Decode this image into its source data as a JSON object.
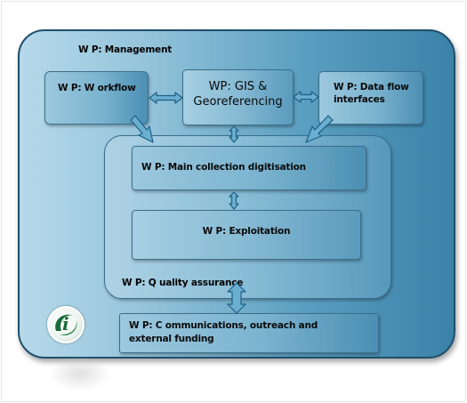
{
  "management": {
    "label": "W P: Management"
  },
  "workflow": {
    "label": "W P: W orkflow"
  },
  "gis": {
    "line1": "WP: GIS &",
    "line2": "Georeferencing"
  },
  "dataflow": {
    "line1": "W P: Data flow",
    "line2": "interfaces"
  },
  "digitisation": {
    "label": "W P: Main collection digitisation"
  },
  "exploitation": {
    "label": "W P: Exploitation"
  },
  "quality": {
    "label": "W P: Q uality assurance"
  },
  "communications": {
    "line1": "W P: C ommunications, outreach and",
    "line2": "external funding"
  },
  "logo": {
    "letter": "i"
  },
  "colors": {
    "arrow_fill": "#6aaed0",
    "arrow_stroke": "#1f5f86",
    "border_dark": "#1f4f6b"
  }
}
